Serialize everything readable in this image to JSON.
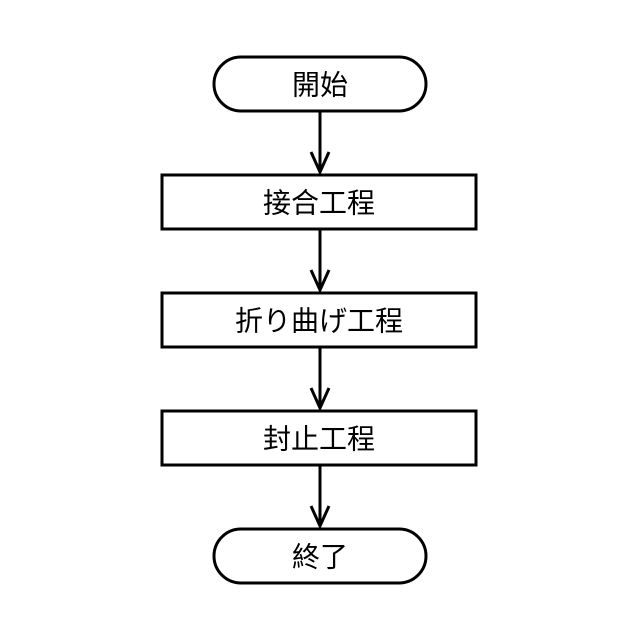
{
  "flowchart": {
    "start": {
      "label": "開始"
    },
    "steps": [
      {
        "label": "接合工程"
      },
      {
        "label": "折り曲げ工程"
      },
      {
        "label": "封止工程"
      }
    ],
    "end": {
      "label": "終了"
    }
  }
}
